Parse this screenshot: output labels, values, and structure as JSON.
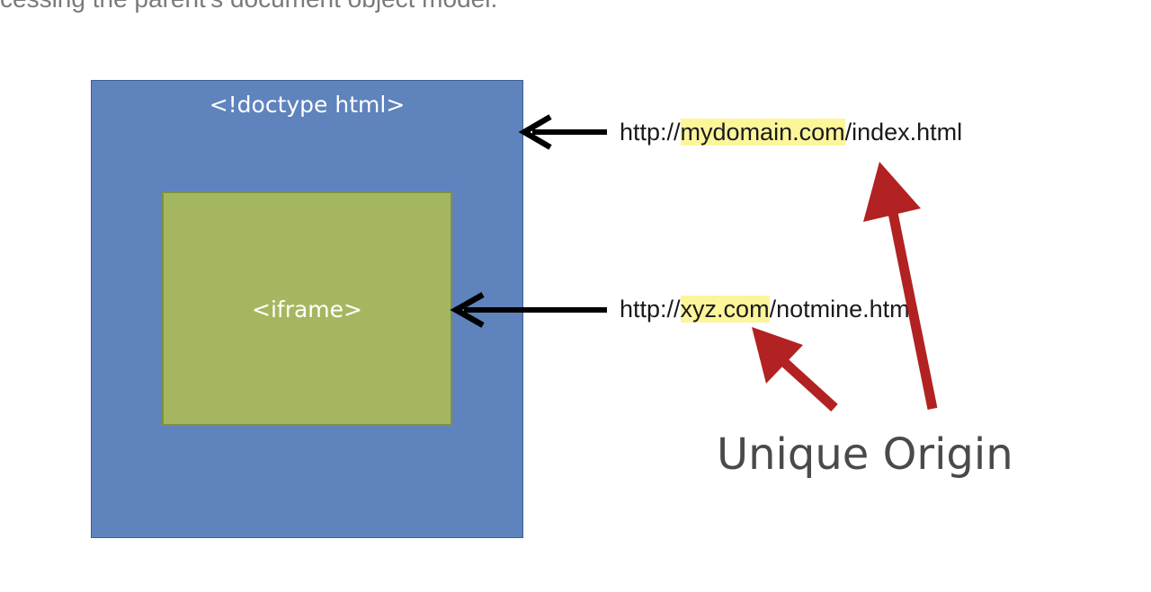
{
  "intro_text": "cessing the parent's document object model.",
  "diagram": {
    "outer_label": "<!doctype html>",
    "inner_label": "<iframe>",
    "url_1": {
      "prefix": "http://",
      "domain": "mydomain.com",
      "suffix": "/index.html"
    },
    "url_2": {
      "prefix": "http://",
      "domain": "xyz.com",
      "suffix": "/notmine.html"
    },
    "caption": "Unique Origin"
  },
  "colors": {
    "outer_box": "#5f83bd",
    "inner_box": "#a4b760",
    "highlight": "#fdf59a",
    "red_arrow": "#b22222",
    "black_arrow": "#000000"
  }
}
